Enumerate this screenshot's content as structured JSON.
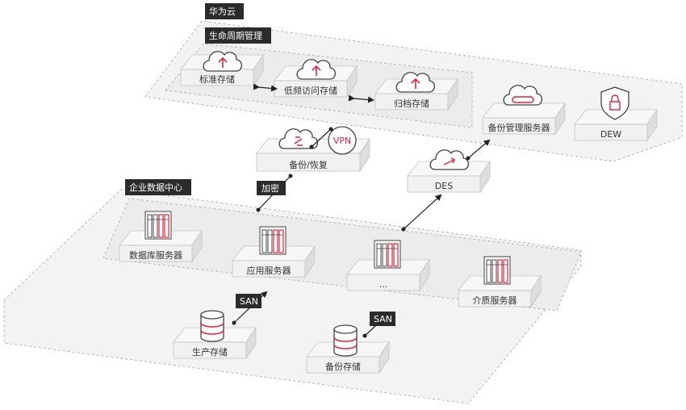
{
  "colors": {
    "accent_red": "#e3233a",
    "tag_bg": "#2b2b2b",
    "panel_fill": "#f3f3f3",
    "panel_stroke": "#b8b8b8",
    "box_top": "#f7f7f7",
    "box_side": "#dedede"
  },
  "zones": {
    "cloud": "华为云",
    "lifecycle": "生命周期管理",
    "datacenter": "企业数据中心"
  },
  "nodes": {
    "standard_storage": "标准存储",
    "infrequent_storage": "低频访问存储",
    "archive_storage": "归档存储",
    "backup_mgmt_server": "备份管理服务器",
    "dew": "DEW",
    "backup_restore": "备份/恢复",
    "des": "DES",
    "db_server": "数据库服务器",
    "app_server": "应用服务器",
    "ellipsis": "...",
    "media_server": "介质服务器",
    "prod_storage": "生产存储",
    "backup_storage": "备份存储"
  },
  "tags": {
    "encrypt": "加密",
    "san1": "SAN",
    "san2": "SAN"
  },
  "icons": {
    "vpn": "VPN"
  }
}
